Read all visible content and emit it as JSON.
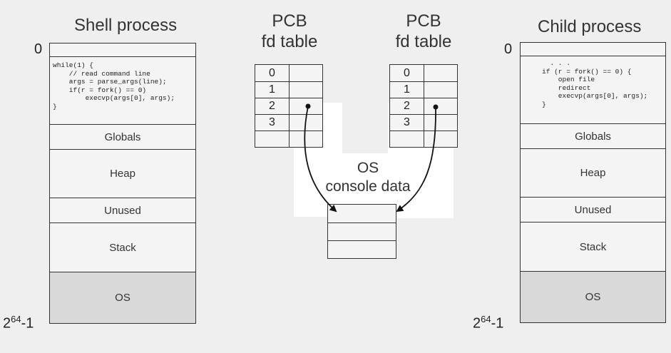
{
  "shell": {
    "title": "Shell process",
    "addr_top": "0",
    "addr_bottom_base": "2",
    "addr_bottom_exp": "64",
    "addr_bottom_suffix": "-1",
    "code": "while(1) {\n    // read command line\n    args = parse_args(line);\n    if(r = fork() == 0)\n        execvp(args[0], args);\n}",
    "segments": [
      "Globals",
      "Heap",
      "Unused",
      "Stack",
      "OS"
    ]
  },
  "child": {
    "title": "Child process",
    "addr_top": "0",
    "addr_bottom_base": "2",
    "addr_bottom_exp": "64",
    "addr_bottom_suffix": "-1",
    "code": "  . . .\nif (r = fork() == 0) {\n    open file\n    redirect\n    execvp(args[0], args);\n}",
    "segments": [
      "Globals",
      "Heap",
      "Unused",
      "Stack",
      "OS"
    ]
  },
  "pcb_left": {
    "title_line1": "PCB",
    "title_line2": "fd table",
    "rows": [
      "0",
      "1",
      "2",
      "3",
      ""
    ]
  },
  "pcb_right": {
    "title_line1": "PCB",
    "title_line2": "fd table",
    "rows": [
      "0",
      "1",
      "2",
      "3",
      ""
    ]
  },
  "os_console": {
    "line1": "OS",
    "line2": "console data"
  },
  "colors": {
    "background": "#efefef",
    "os_segment": "#d9d9d9",
    "panel": "#ffffff",
    "line": "#333333"
  }
}
